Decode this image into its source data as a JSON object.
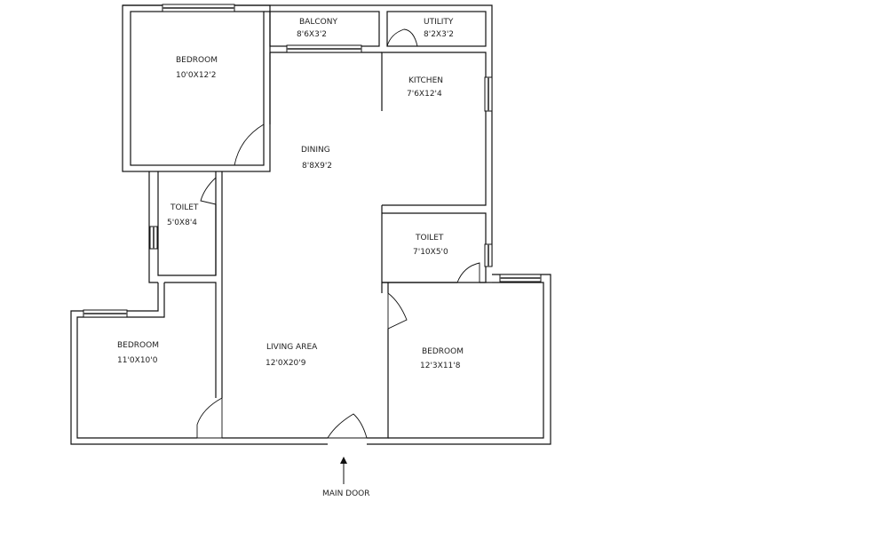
{
  "rooms": {
    "bedroom_top_left": {
      "name": "BEDROOM",
      "size": "10'0X12'2"
    },
    "balcony": {
      "name": "BALCONY",
      "size": "8'6X3'2"
    },
    "utility": {
      "name": "UTILITY",
      "size": "8'2X3'2"
    },
    "kitchen": {
      "name": "KITCHEN",
      "size": "7'6X12'4"
    },
    "dining": {
      "name": "DINING",
      "size": "8'8X9'2"
    },
    "toilet_left": {
      "name": "TOILET",
      "size": "5'0X8'4"
    },
    "toilet_right": {
      "name": "TOILET",
      "size": "7'10X5'0"
    },
    "bedroom_bottom_left": {
      "name": "BEDROOM",
      "size": "11'0X10'0"
    },
    "living_area": {
      "name": "LIVING AREA",
      "size": "12'0X20'9"
    },
    "bedroom_bottom_right": {
      "name": "BEDROOM",
      "size": "12'3X11'8"
    }
  },
  "entrance": {
    "label": "MAIN DOOR"
  },
  "colors": {
    "wall": "#111111",
    "background": "#ffffff",
    "window_fill": "#555555"
  }
}
